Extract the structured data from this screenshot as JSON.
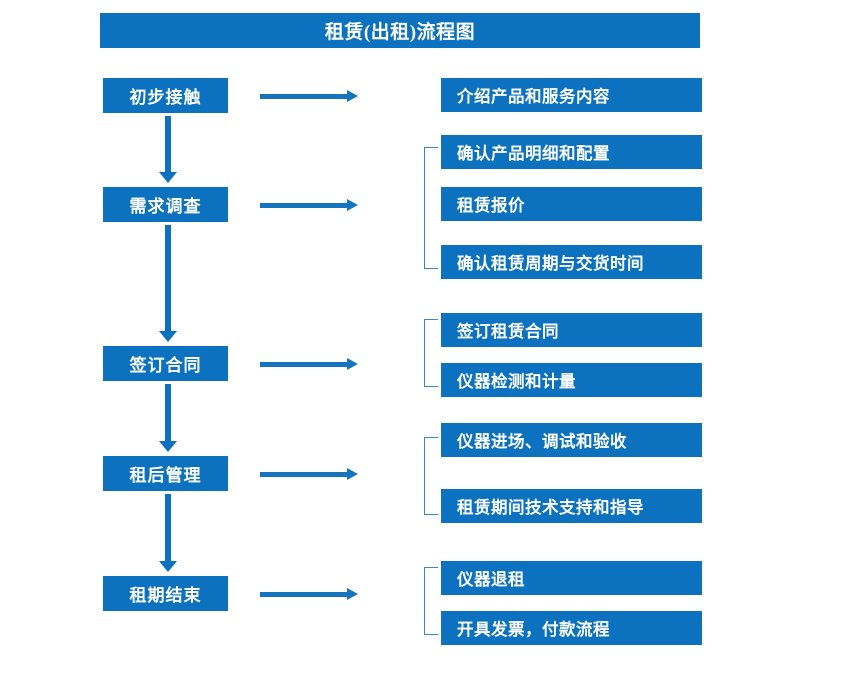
{
  "diagram": {
    "title": "租赁(出租)流程图",
    "accent_color": "#0c72bf",
    "bracket_color": "#3a87c4",
    "text_color": "#ffffff",
    "background_color": "#ffffff",
    "stages": [
      {
        "label": "初步接触"
      },
      {
        "label": "需求调查"
      },
      {
        "label": "签订合同"
      },
      {
        "label": "租后管理"
      },
      {
        "label": "租期结束"
      }
    ],
    "details": [
      {
        "label": "介绍产品和服务内容"
      },
      {
        "label": "确认产品明细和配置"
      },
      {
        "label": "租赁报价"
      },
      {
        "label": "确认租赁周期与交货时间"
      },
      {
        "label": "签订租赁合同"
      },
      {
        "label": "仪器检测和计量"
      },
      {
        "label": "仪器进场、调试和验收"
      },
      {
        "label": "租赁期间技术支持和指导"
      },
      {
        "label": "仪器退租"
      },
      {
        "label": "开具发票，付款流程"
      }
    ],
    "flow": [
      {
        "stage": "初步接触",
        "outputs": [
          "介绍产品和服务内容"
        ],
        "bracketed": false
      },
      {
        "stage": "需求调查",
        "outputs": [
          "确认产品明细和配置",
          "租赁报价",
          "确认租赁周期与交货时间"
        ],
        "bracketed": true
      },
      {
        "stage": "签订合同",
        "outputs": [
          "签订租赁合同",
          "仪器检测和计量"
        ],
        "bracketed": true
      },
      {
        "stage": "租后管理",
        "outputs": [
          "仪器进场、调试和验收",
          "租赁期间技术支持和指导"
        ],
        "bracketed": true
      },
      {
        "stage": "租期结束",
        "outputs": [
          "仪器退租",
          "开具发票，付款流程"
        ],
        "bracketed": true
      }
    ]
  }
}
